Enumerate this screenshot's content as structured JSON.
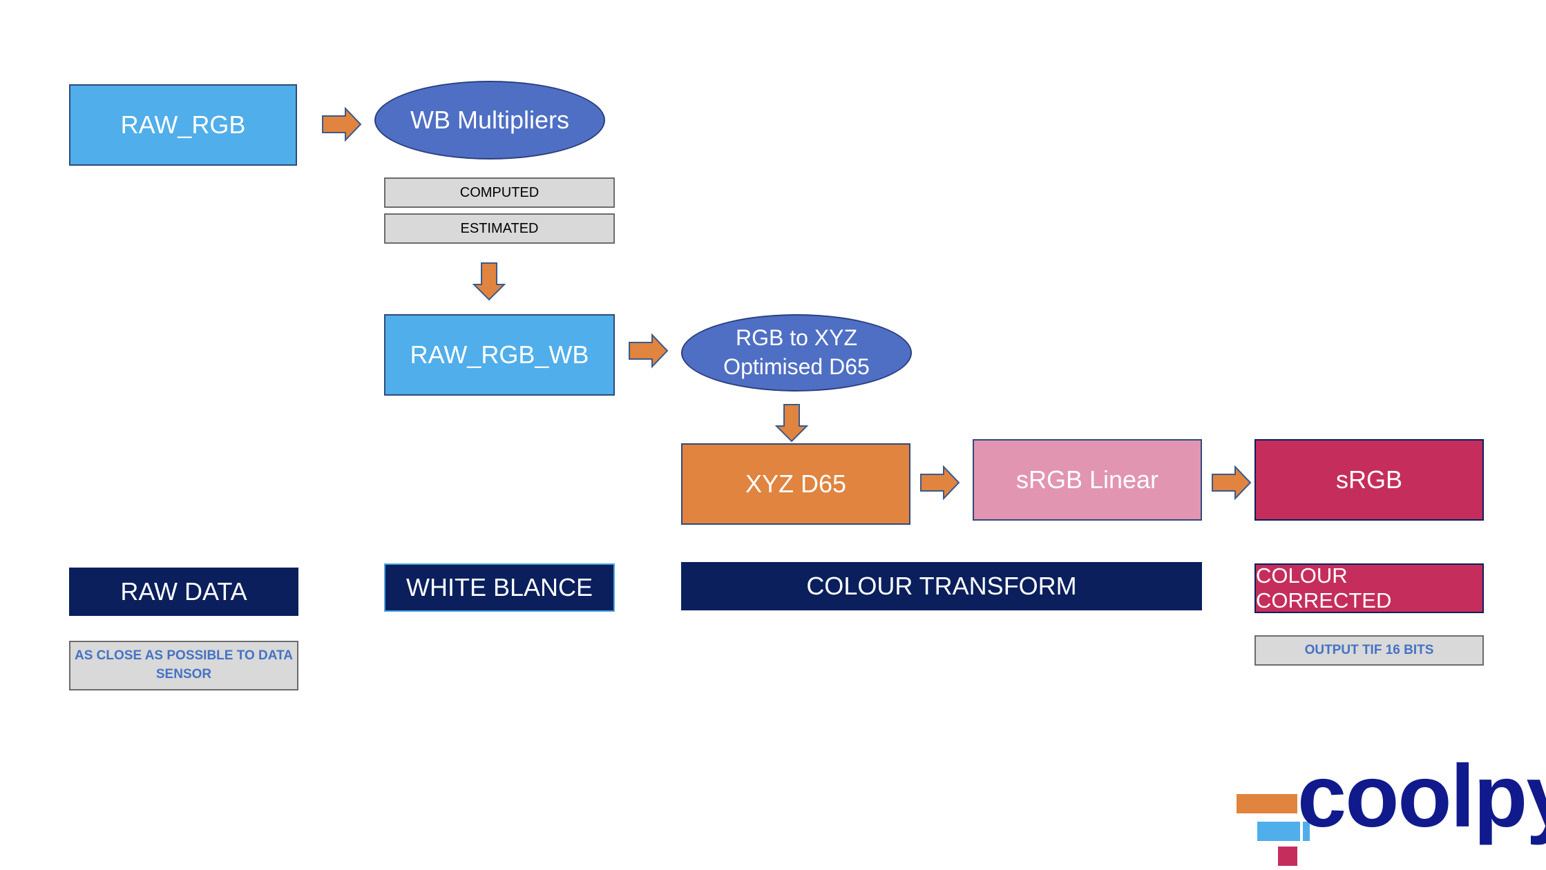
{
  "nodes": {
    "raw_rgb": "RAW_RGB",
    "wb_multipliers": "WB Multipliers",
    "computed": "COMPUTED",
    "estimated": "ESTIMATED",
    "raw_rgb_wb": "RAW_RGB_WB",
    "rgb_to_xyz_line1": "RGB to XYZ",
    "rgb_to_xyz_line2": "Optimised D65",
    "xyz_d65": "XYZ D65",
    "srgb_linear": "sRGB Linear",
    "srgb": "sRGB"
  },
  "stages": {
    "raw_data": "RAW DATA",
    "white_balance": "WHITE BLANCE",
    "colour_transform": "COLOUR TRANSFORM",
    "colour_corrected": "COLOUR CORRECTED"
  },
  "notes": {
    "raw_data_note_line1": "AS CLOSE AS POSSIBLE TO DATA",
    "raw_data_note_line2": "SENSOR",
    "output_note": "OUTPUT TIF 16 BITS"
  },
  "logo": {
    "text": "coolpy"
  },
  "colors": {
    "light_blue": "#50aeea",
    "ellipse_blue": "#4f6fc4",
    "orange": "#e0843f",
    "pink": "#e295b0",
    "crimson": "#c52e5c",
    "navy": "#0a1f5c",
    "logo_navy": "#111a8c"
  }
}
